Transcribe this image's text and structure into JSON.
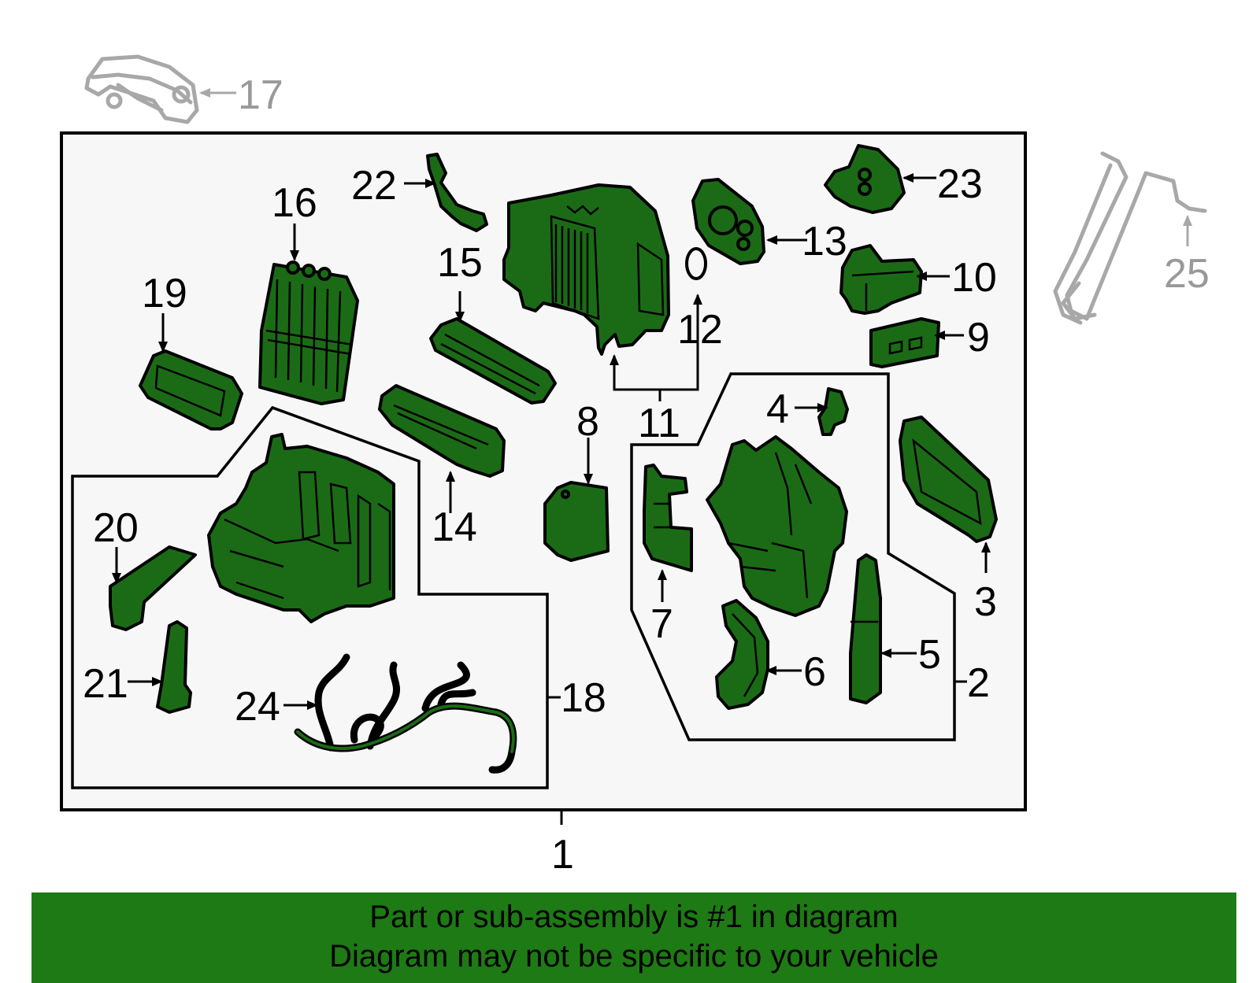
{
  "callouts": {
    "c1": "1",
    "c2": "2",
    "c3": "3",
    "c4": "4",
    "c5": "5",
    "c6": "6",
    "c7": "7",
    "c8": "8",
    "c9": "9",
    "c10": "10",
    "c11": "11",
    "c12": "12",
    "c13": "13",
    "c14": "14",
    "c15": "15",
    "c16": "16",
    "c17": "17",
    "c18": "18",
    "c19": "19",
    "c20": "20",
    "c21": "21",
    "c22": "22",
    "c23": "23",
    "c24": "24",
    "c25": "25"
  },
  "banner": {
    "line1": "Part or sub-assembly is #1 in diagram",
    "line2": "Diagram may not be specific to your vehicle"
  },
  "colors": {
    "highlight_part": "#1b6b16",
    "banner": "#1e7a14",
    "ghost_part": "#a8a8a8",
    "frame_fill": "#f7f7f7"
  }
}
